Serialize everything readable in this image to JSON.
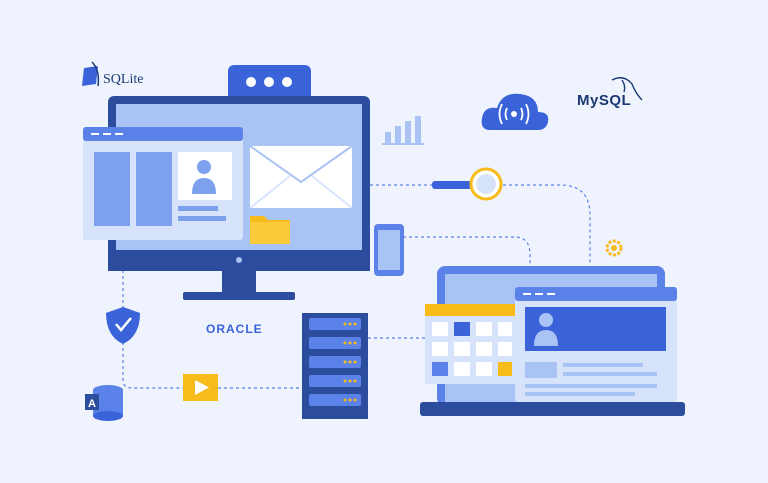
{
  "logos": {
    "sqlite": "SQLite",
    "mysql": "MySQL",
    "oracle": "ORACLE",
    "access_letter": "A"
  },
  "colors": {
    "background": "#eef3fd",
    "primary_blue": "#3b63d9",
    "dark_blue": "#2c4c9e",
    "mid_blue": "#5b82e8",
    "light_blue": "#a9c3f5",
    "pale_blue": "#d6e3fb",
    "yellow": "#f7bb1a",
    "navy_text": "#1b3a73"
  },
  "icons": [
    "sqlite-logo",
    "chat-bubble-icon",
    "bar-chart-icon",
    "wifi-cloud-icon",
    "mysql-dolphin-icon",
    "envelope-icon",
    "folder-icon",
    "magnifier-icon",
    "phone-icon",
    "gear-icon",
    "shield-check-icon",
    "video-play-icon",
    "ms-access-database-icon",
    "server-rack-icon",
    "calendar-icon",
    "user-profile-icon"
  ]
}
